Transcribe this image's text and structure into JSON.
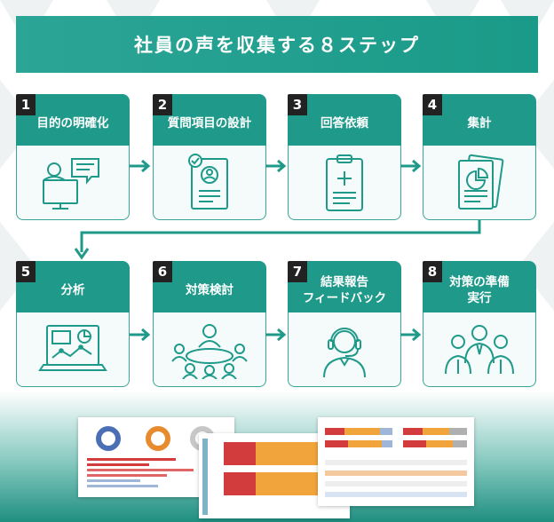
{
  "title": "社員の声を収集する８ステップ",
  "colors": {
    "accent": "#1f9a8a",
    "number_bg": "#222222",
    "card_bg": "#f4fbfa"
  },
  "steps": [
    {
      "num": "1",
      "label": "目的の明確化",
      "icon": "meeting-icon"
    },
    {
      "num": "2",
      "label": "質問項目の設計",
      "icon": "questionnaire-icon"
    },
    {
      "num": "3",
      "label": "回答依頼",
      "icon": "clipboard-icon"
    },
    {
      "num": "4",
      "label": "集計",
      "icon": "report-icon"
    },
    {
      "num": "5",
      "label": "分析",
      "icon": "analytics-icon"
    },
    {
      "num": "6",
      "label": "対策検討",
      "icon": "discussion-icon"
    },
    {
      "num": "7",
      "label": "結果報告\nフィードバック",
      "icon": "headset-operator-icon"
    },
    {
      "num": "8",
      "label": "対策の準備\n実行",
      "icon": "team-icon"
    }
  ]
}
